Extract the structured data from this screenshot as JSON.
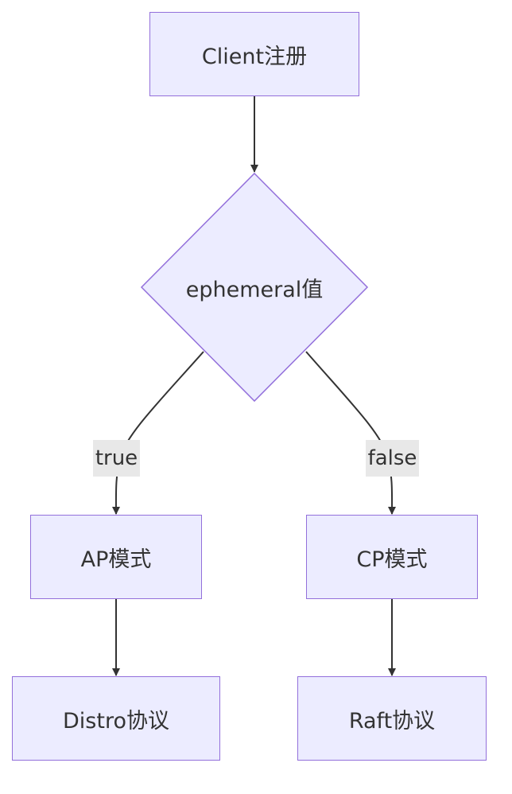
{
  "nodes": {
    "client": "Client注册",
    "decision": "ephemeral值",
    "ap": "AP模式",
    "cp": "CP模式",
    "distro": "Distro协议",
    "raft": "Raft协议"
  },
  "edge_labels": {
    "true": "true",
    "false": "false"
  },
  "colors": {
    "node_fill": "#ececff",
    "node_stroke": "#9370db",
    "edge": "#333333",
    "label_bg": "#e8e8e8"
  }
}
